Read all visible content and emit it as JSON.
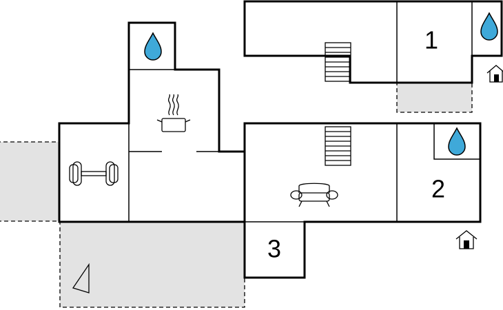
{
  "rooms": [
    {
      "number": "1"
    },
    {
      "number": "2"
    },
    {
      "number": "3"
    }
  ],
  "icons": [
    "water-drop-icon",
    "cooking-pot-icon",
    "dumbbell-icon",
    "staircase-icon",
    "sofa-icon",
    "entrance-icon",
    "compass-icon"
  ],
  "colors": {
    "walls": "#000000",
    "terrace": "#e3e3e3",
    "water": "#3fa9d9"
  }
}
